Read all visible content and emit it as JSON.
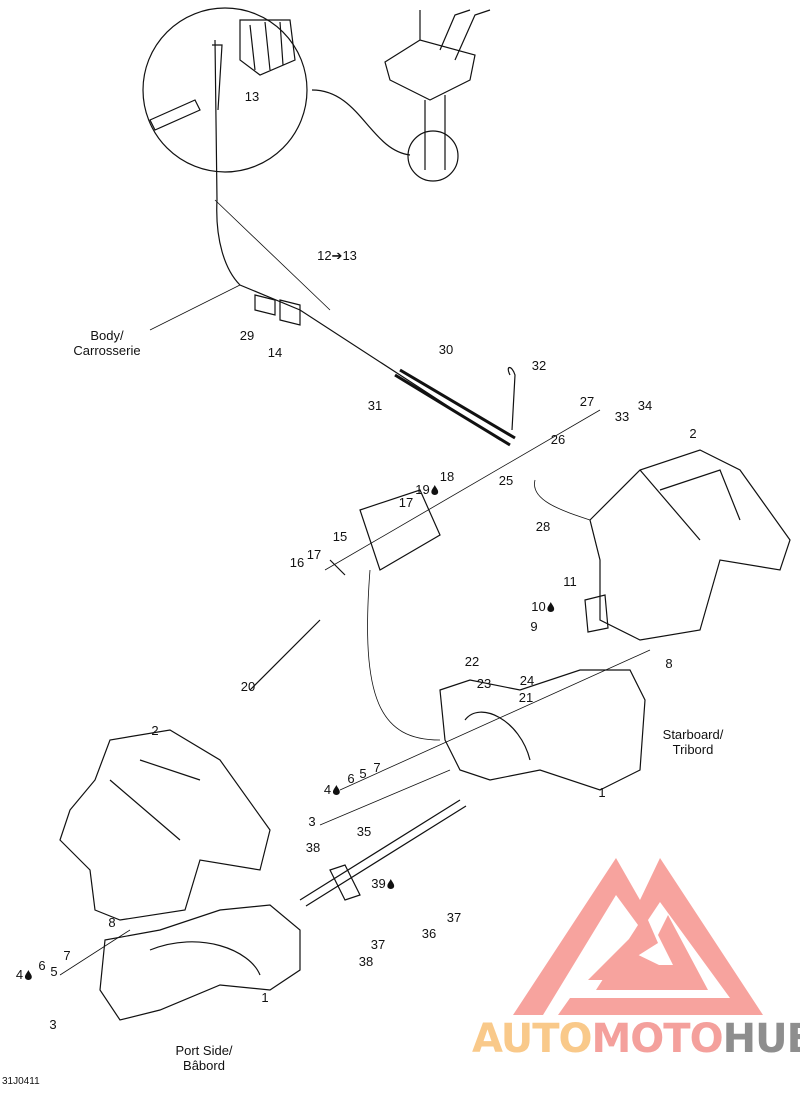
{
  "diagram_code": "31J0411",
  "captions": {
    "body": "Body/\nCarrosserie",
    "starboard": "Starboard/\nTribord",
    "port": "Port Side/\nBâbord"
  },
  "callouts": [
    "13",
    "12➔13",
    "29",
    "14",
    "30",
    "32",
    "31",
    "27",
    "33",
    "34",
    "26",
    "2",
    "25",
    "18",
    "19",
    "17",
    "15",
    "28",
    "17",
    "16",
    "11",
    "10",
    "9",
    "20",
    "8",
    "22",
    "24",
    "23",
    "21",
    "2",
    "1",
    "4",
    "6",
    "5",
    "7",
    "3",
    "35",
    "38",
    "39",
    "37",
    "36",
    "8",
    "37",
    "38",
    "4",
    "6",
    "5",
    "7",
    "1",
    "3"
  ],
  "watermark": {
    "part1": "AUTO",
    "part2": "MOTO",
    "part3": "HUB",
    "colors": {
      "auto": "#f9c98a",
      "moto": "#f4a09c",
      "hub": "#8e8e8e",
      "mark": "#f7a39e"
    }
  },
  "icons": {
    "drop": "grease-drop-icon"
  }
}
